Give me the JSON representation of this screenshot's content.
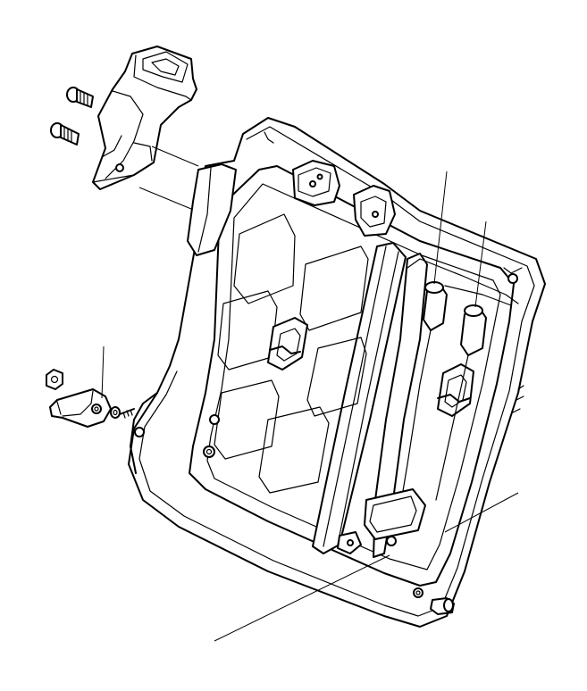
{
  "figure": {
    "background": "#ffffff",
    "line_color": "#000000",
    "text_labels": []
  },
  "parts": [
    {
      "key": "upper_bracket",
      "label": ""
    },
    {
      "key": "screws",
      "label": ""
    },
    {
      "key": "seat_back_frame",
      "label": ""
    },
    {
      "key": "lower_hinge_bracket",
      "label": ""
    },
    {
      "key": "nut",
      "label": ""
    },
    {
      "key": "latch_tube_left",
      "label": ""
    },
    {
      "key": "latch_tube_right",
      "label": ""
    },
    {
      "key": "pivot_pin",
      "label": ""
    }
  ]
}
